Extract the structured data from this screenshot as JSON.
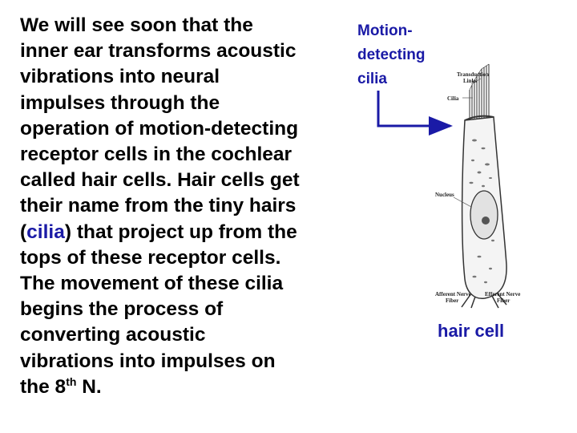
{
  "main_text": {
    "lines": [
      "We will see soon that the",
      "inner ear transforms acoustic",
      "vibrations into neural",
      "impulses through the",
      "operation of motion-detecting",
      "receptor cells in the cochlear",
      "called hair cells. Hair cells get",
      "their name from the tiny hairs"
    ],
    "cilia_open": "(",
    "cilia_word": "cilia",
    "cilia_rest": ") that project up from the",
    "lines_after": [
      "tops of these receptor cells.",
      "The movement of these cilia",
      "begins the process of",
      "converting acoustic",
      "vibrations into impulses on"
    ],
    "last_prefix": "the 8",
    "last_sup": "th",
    "last_suffix": " N."
  },
  "motion_label": {
    "line1": "Motion-",
    "line2": "detecting",
    "line3": "cilia"
  },
  "diagram_labels": {
    "transduction_1": "Transduction",
    "transduction_2": "Links",
    "cilia": "Cilia",
    "nucleus": "Nucleus",
    "afferent_1": "Afferent Nerve",
    "afferent_2": "Fiber",
    "efferent_1": "Efferent Nerve",
    "efferent_2": "Fiber"
  },
  "caption": "hair cell",
  "colors": {
    "text": "#000000",
    "accent_blue": "#1a1aa6",
    "diagram_line": "#333333"
  }
}
